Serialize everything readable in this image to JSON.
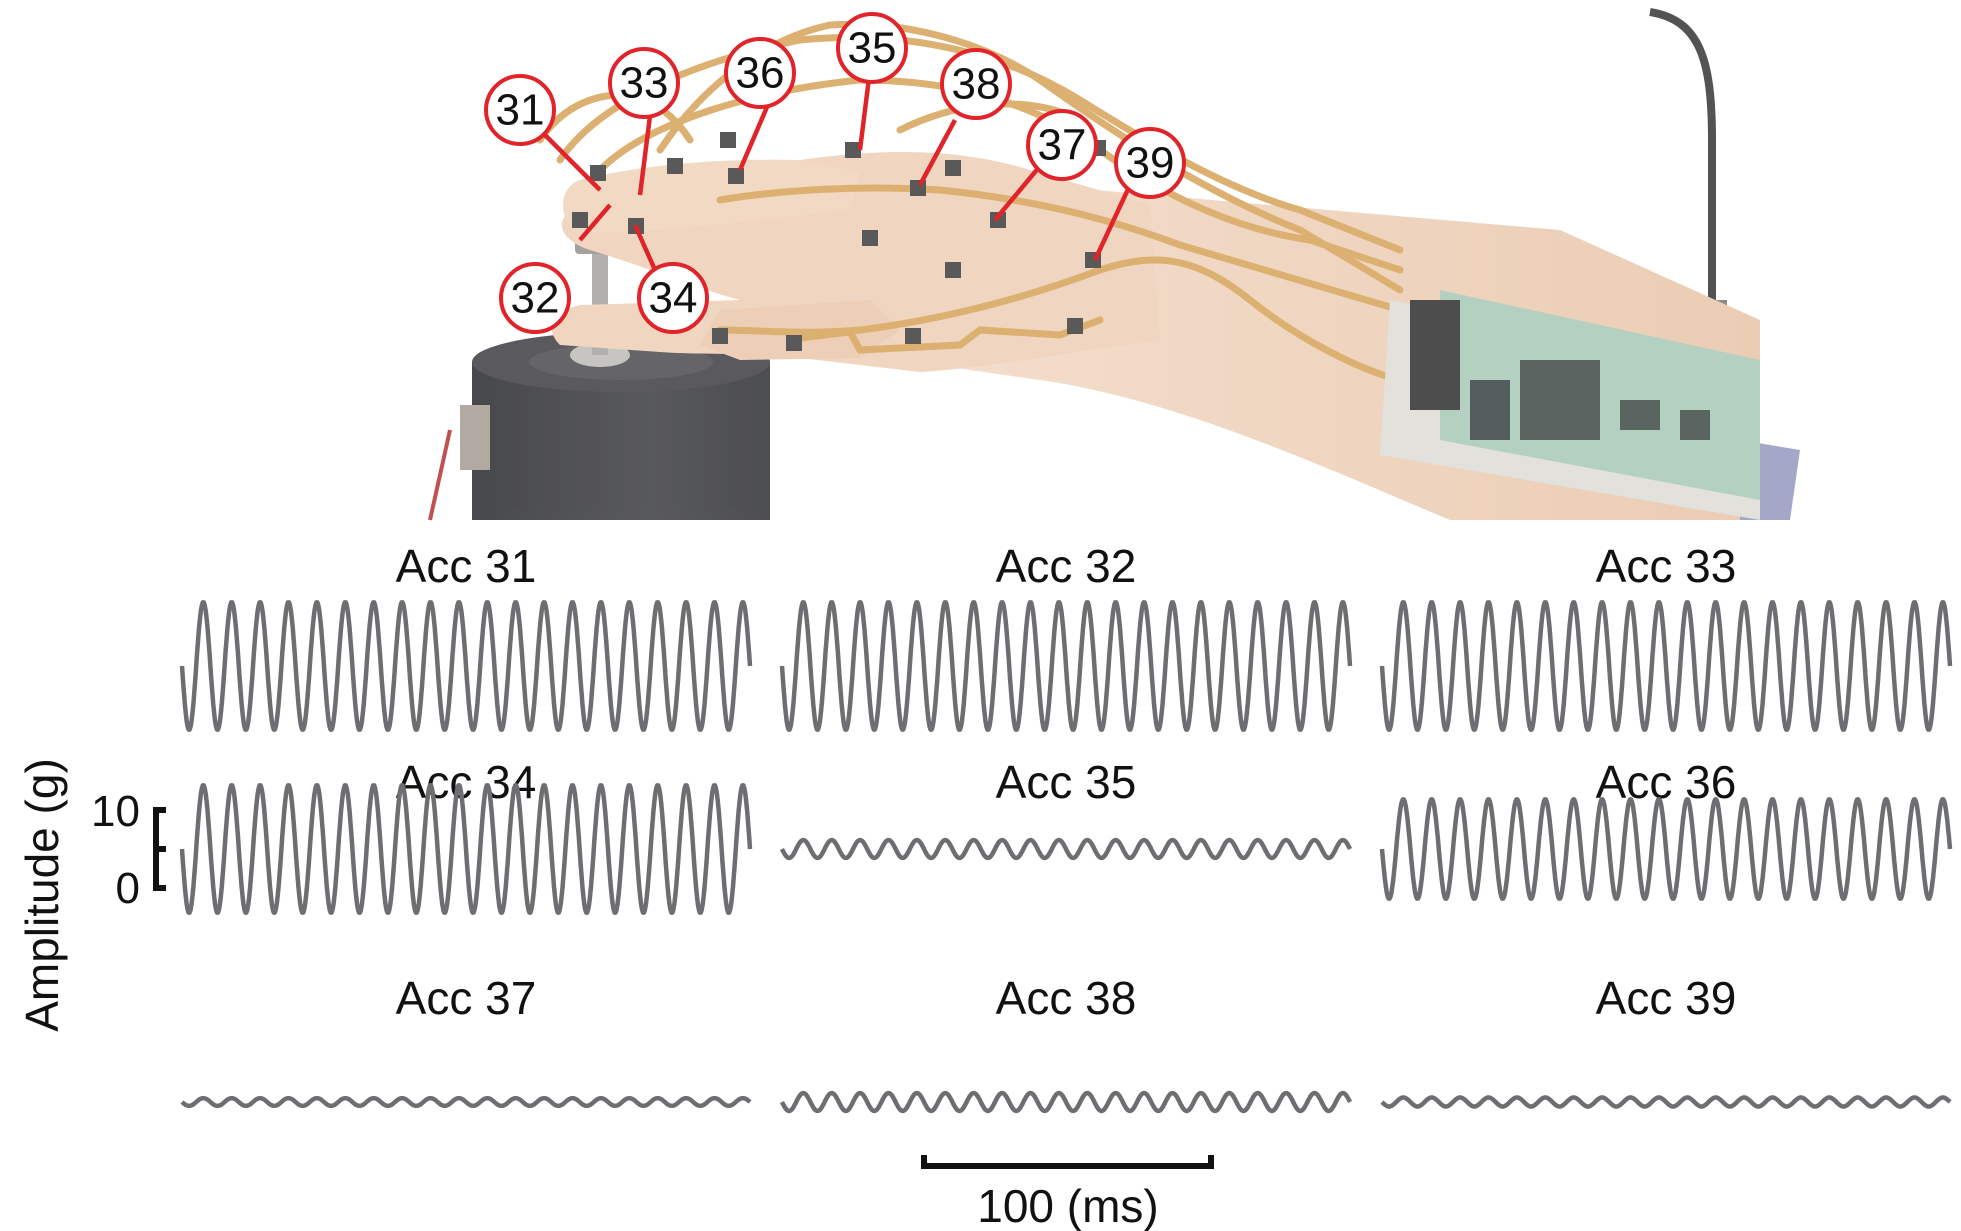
{
  "photo": {
    "sensor_labels": [
      "31",
      "33",
      "36",
      "35",
      "38",
      "37",
      "39",
      "32",
      "34"
    ]
  },
  "y_axis": {
    "label": "Amplitude (g)",
    "scale_top": "10",
    "scale_bottom": "0"
  },
  "time_scale": {
    "label": "100 (ms)"
  },
  "colors": {
    "trace": "#6d6e71",
    "marker_ring": "#e0242a",
    "leader": "#e0242a",
    "sensor": "#2b2b2b",
    "flex_circuit": "#d39a4a",
    "skin": "#eac6a8",
    "shaker": "#1e1f22"
  },
  "chart_data": {
    "type": "line",
    "panels": [
      {
        "title": "Acc 31",
        "relative_amplitude": 1.0,
        "cycles": 20
      },
      {
        "title": "Acc 32",
        "relative_amplitude": 1.0,
        "cycles": 20
      },
      {
        "title": "Acc 33",
        "relative_amplitude": 1.0,
        "cycles": 20
      },
      {
        "title": "Acc 34",
        "relative_amplitude": 1.0,
        "cycles": 20
      },
      {
        "title": "Acc 35",
        "relative_amplitude": 0.14,
        "cycles": 20
      },
      {
        "title": "Acc 36",
        "relative_amplitude": 0.78,
        "cycles": 20
      },
      {
        "title": "Acc 37",
        "relative_amplitude": 0.06,
        "cycles": 20
      },
      {
        "title": "Acc 38",
        "relative_amplitude": 0.14,
        "cycles": 20
      },
      {
        "title": "Acc 39",
        "relative_amplitude": 0.07,
        "cycles": 20
      }
    ]
  }
}
